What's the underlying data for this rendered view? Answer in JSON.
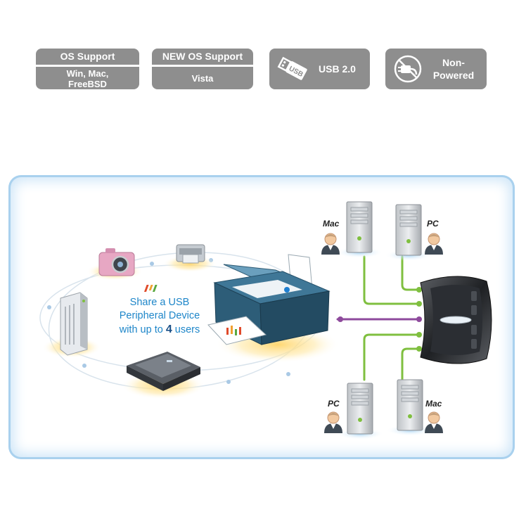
{
  "badges": {
    "os_support": {
      "title": "OS Support",
      "value": "Win, Mac, FreeBSD"
    },
    "new_os_support": {
      "title": "NEW OS Support",
      "value": "Vista"
    },
    "usb": {
      "icon": "usb-stick-icon",
      "icon_text": "USB",
      "label": "USB 2.0"
    },
    "power": {
      "icon": "no-power-plug-icon",
      "label": "Non-Powered"
    }
  },
  "diagram": {
    "caption": {
      "line1": "Share a USB",
      "line2": "Peripheral Device",
      "line3_prefix": "with up to",
      "count": "4",
      "line3_suffix": "users"
    },
    "computers": [
      {
        "label": "Mac"
      },
      {
        "label": "PC"
      },
      {
        "label": "PC"
      },
      {
        "label": "Mac"
      }
    ],
    "peripherals": [
      "camera-icon",
      "card-reader-icon",
      "printer-icon",
      "external-drive-icon",
      "scanner-icon"
    ],
    "colors": {
      "badge": "#8e8e8e",
      "panel_border": "#a9d1ee",
      "caption": "#1e86c9",
      "green_link": "#7fbf3f",
      "purple_link": "#8e4a9c",
      "orbit": "#d8e3ec"
    }
  }
}
